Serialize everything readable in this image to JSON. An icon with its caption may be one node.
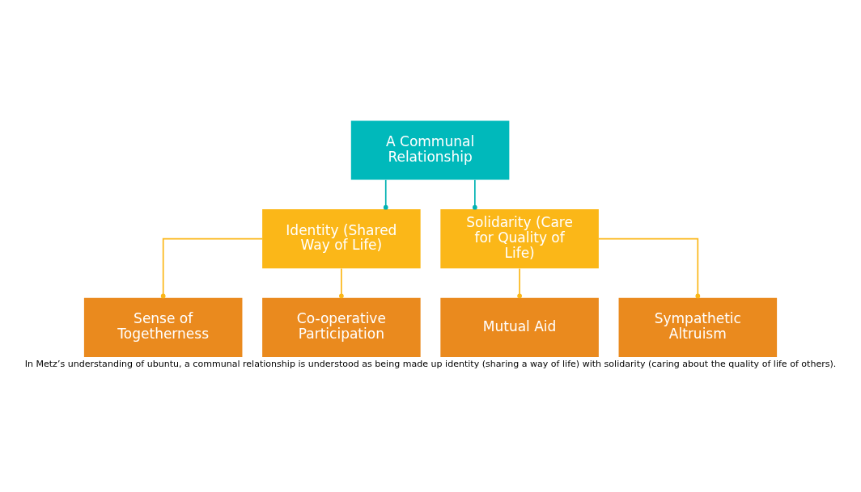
{
  "diagram": {
    "caption": "In Metz’s understanding of ubuntu, a communal relationship is understood as being made up identity (sharing a way of life) with solidarity (caring about the quality of life of others).",
    "nodes": [
      {
        "text": [
          "A Communal Relationship"
        ]
      },
      {
        "text": [
          "Identity (Shared Way of Life)"
        ]
      },
      {
        "text": [
          "Solidarity (Care for Quality of Life)"
        ]
      },
      {
        "text": [
          "Sense of Togetherness"
        ]
      },
      {
        "text": [
          "Co-operative Participation"
        ]
      },
      {
        "text": [
          "Mutual Aid"
        ]
      },
      {
        "text": [
          "Sympathetic Altruism"
        ]
      }
    ],
    "edges": [
      {
        "from": 0,
        "to": 1,
        "arrow": "other",
        "color": "#00b2b2"
      },
      {
        "from": 0,
        "to": 2,
        "arrow": "other",
        "color": "#00b2b2"
      },
      {
        "from": 1,
        "to": 3,
        "arrow": "other"
      },
      {
        "from": 1,
        "to": 4,
        "arrow": "other"
      },
      {
        "from": 2,
        "to": 5,
        "arrow": "other"
      },
      {
        "from": 2,
        "to": 6,
        "arrow": "other"
      }
    ]
  }
}
